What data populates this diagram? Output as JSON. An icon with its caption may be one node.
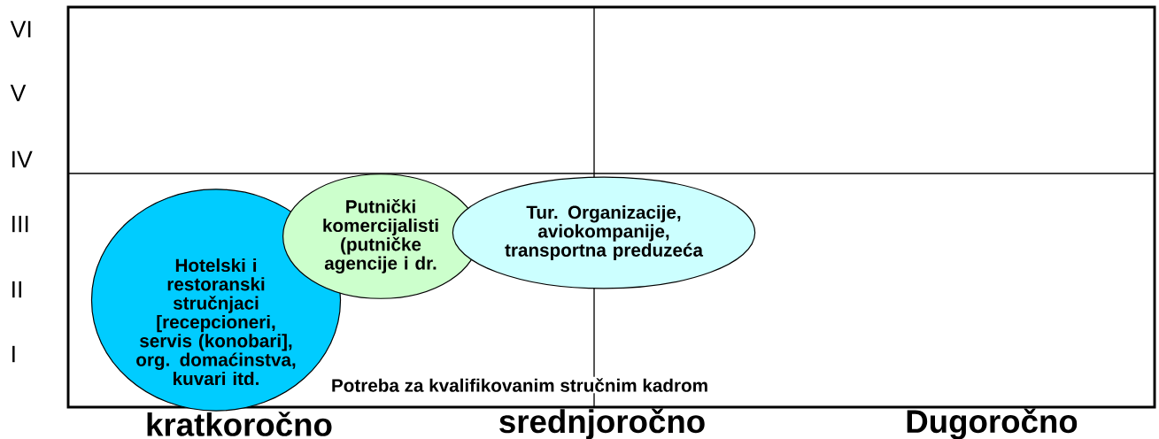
{
  "diagram": {
    "nodes": [
      {
        "text": [
          "Hotelski i restoranski stručnjaci [recepcioneri, servis (konobari], org. domaćinstva, kuvari itd."
        ]
      },
      {
        "text": [
          "Putnički komercijalisti (putničke agencije i dr."
        ]
      },
      {
        "text": [
          "Tur. Organizacije, aviokompanije, transportna preduzeća"
        ]
      }
    ],
    "labels": [
      "VI",
      "V",
      "IV",
      "III",
      "II",
      "I",
      "Potreba za kvalifikovanim stručnim kadrom",
      "kratkoročno",
      "srednjoročno",
      "Dugoročno"
    ]
  }
}
